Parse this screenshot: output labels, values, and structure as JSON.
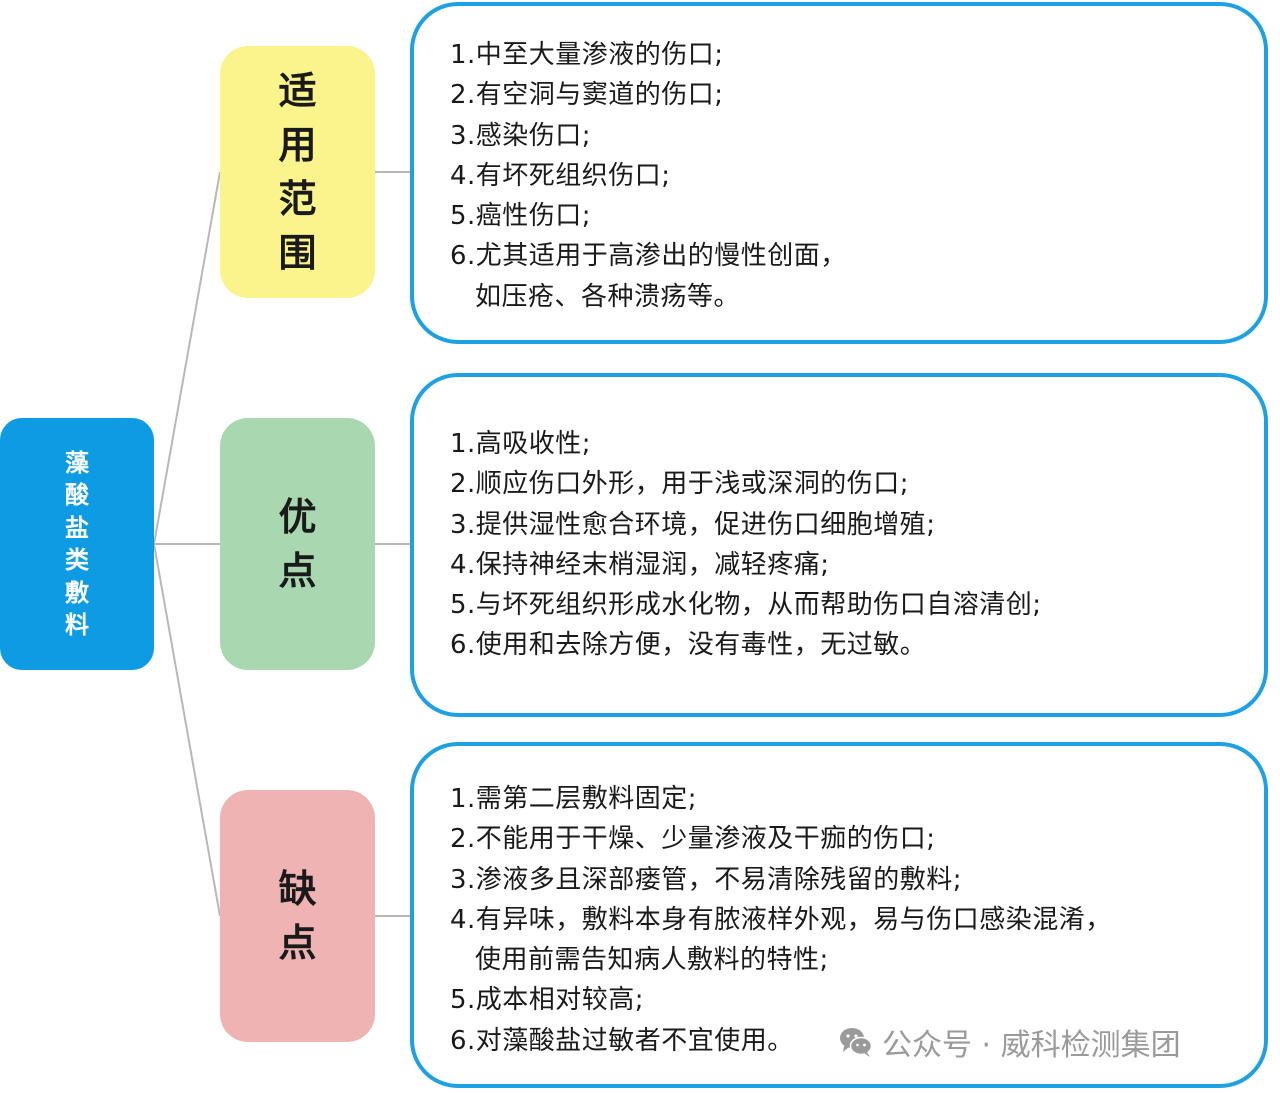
{
  "root": {
    "label": "藻酸盐类敷料"
  },
  "branches": [
    {
      "label": "适用范围",
      "items": [
        {
          "text": "1.中至大量渗液的伤口;"
        },
        {
          "text": "2.有空洞与窦道的伤口;"
        },
        {
          "text": "3.感染伤口;"
        },
        {
          "text": "4.有坏死组织伤口;"
        },
        {
          "text": "5.癌性伤口;"
        },
        {
          "text": "6.尤其适用于高渗出的慢性创面，",
          "cont": "如压疮、各种溃疡等。"
        }
      ]
    },
    {
      "label": "优点",
      "items": [
        {
          "text": "1.高吸收性;"
        },
        {
          "text": "2.顺应伤口外形，用于浅或深洞的伤口;"
        },
        {
          "text": "3.提供湿性愈合环境，促进伤口细胞增殖;"
        },
        {
          "text": "4.保持神经末梢湿润，减轻疼痛;"
        },
        {
          "text": "5.与坏死组织形成水化物，从而帮助伤口自溶清创;"
        },
        {
          "text": "6.使用和去除方便，没有毒性，无过敏。"
        }
      ]
    },
    {
      "label": "缺点",
      "items": [
        {
          "text": "1.需第二层敷料固定;"
        },
        {
          "text": "2.不能用于干燥、少量渗液及干痂的伤口;"
        },
        {
          "text": "3.渗液多且深部瘘管，不易清除残留的敷料;"
        },
        {
          "text": "4.有异味，敷料本身有脓液样外观，易与伤口感染混淆，",
          "cont": "使用前需告知病人敷料的特性;"
        },
        {
          "text": "5.成本相对较高;"
        },
        {
          "text": "6.对藻酸盐过敏者不宜使用。"
        }
      ]
    }
  ],
  "watermark": {
    "text": "公众号 · 威科检测集团",
    "icon": "wechat-icon"
  },
  "colors": {
    "root": "#0d9be3",
    "branch_yellow": "#fbf48c",
    "branch_green": "#a9d8b0",
    "branch_pink": "#f0b3b3",
    "box_border": "#1ea0e4",
    "connector": "#b8b8b8"
  }
}
